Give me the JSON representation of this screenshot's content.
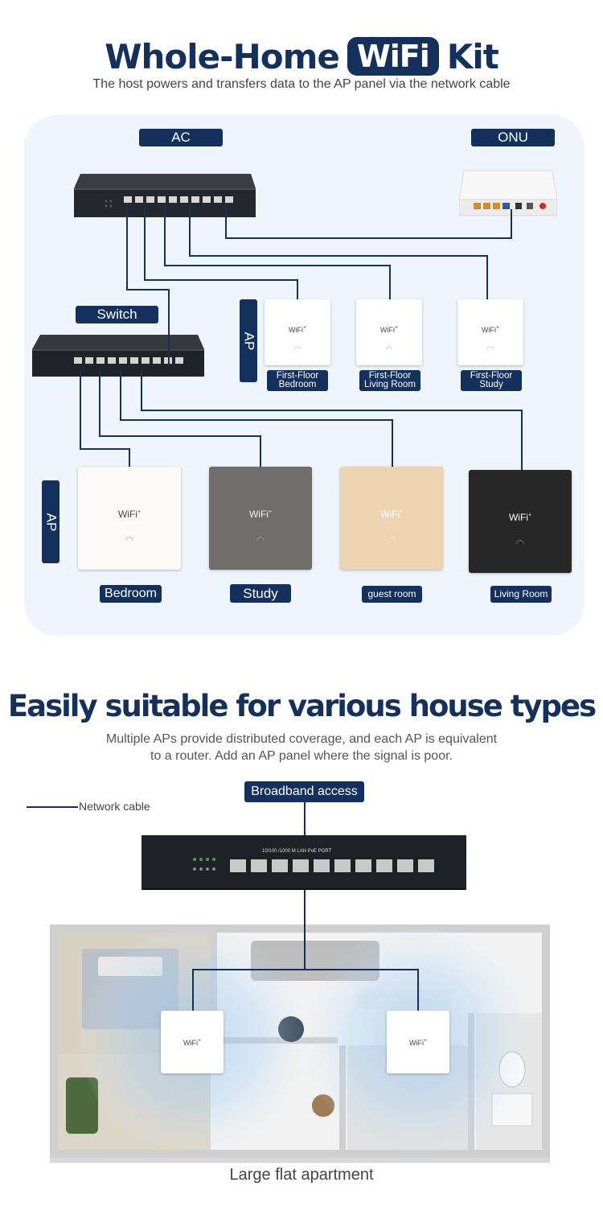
{
  "section1": {
    "title_part1": "Whole-Home",
    "title_wifi": "WiFi",
    "title_part2": "Kit",
    "subtitle": "The host powers and transfers data to the AP panel via the network cable",
    "tags": {
      "ac": "AC",
      "onu": "ONU",
      "switch": "Switch",
      "ap_1": "AP",
      "ap_2": "AP"
    },
    "panel_brand": "WiFi",
    "first_floor_aps": [
      {
        "line1": "First-Floor",
        "line2": "Bedroom"
      },
      {
        "line1": "First-Floor",
        "line2": "Living Room"
      },
      {
        "line1": "First-Floor",
        "line2": "Study"
      }
    ],
    "room_aps": [
      "Bedroom",
      "Study",
      "guest room",
      "Living Room"
    ],
    "panel_colors": [
      "#fbfaf6",
      "#6f6e6c",
      "#ecd4b1",
      "#272727"
    ]
  },
  "section2": {
    "title": "Easily suitable for various house types",
    "subtitle_line1": "Multiple APs provide distributed coverage, and each AP is equivalent",
    "subtitle_line2": "to a router. Add an AP panel where the signal is poor.",
    "legend": "Network cable",
    "broadband": "Broadband access",
    "router_label": "10/100 /1000 M  LAN  PoE  PORT",
    "panel_brand": "WiFi",
    "caption": "Large flat apartment"
  },
  "colors": {
    "navy": "#13315c",
    "panel_bg": "#eef5fd"
  }
}
